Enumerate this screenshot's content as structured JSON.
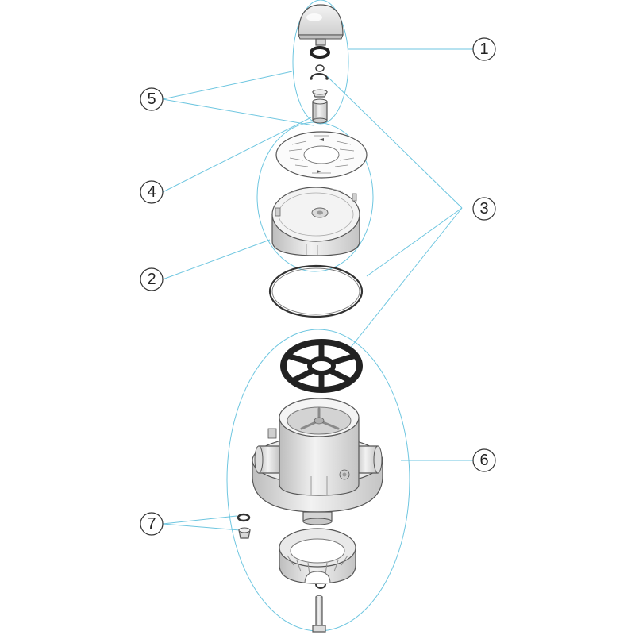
{
  "diagram": {
    "callouts": [
      {
        "label": "1"
      },
      {
        "label": "2"
      },
      {
        "label": "3"
      },
      {
        "label": "4"
      },
      {
        "label": "5"
      },
      {
        "label": "6"
      },
      {
        "label": "7"
      }
    ]
  },
  "colors": {
    "leader": "#6ec6e0",
    "part_fill": "#e6e6e6",
    "part_stroke": "#555555",
    "gasket": "#222222"
  }
}
